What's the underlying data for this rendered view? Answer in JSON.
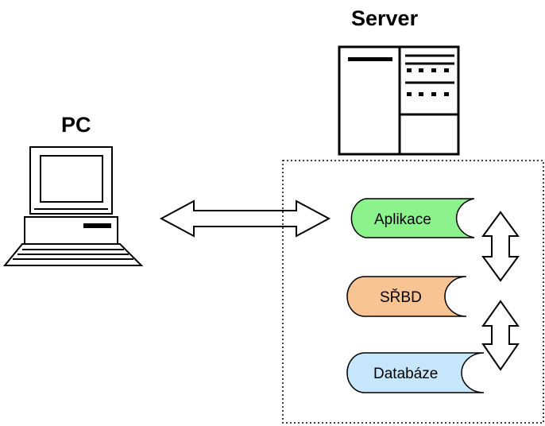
{
  "labels": {
    "server": "Server",
    "pc": "PC"
  },
  "nodes": [
    {
      "label": "Aplikace",
      "color": "#8cf28c"
    },
    {
      "label": "SŘBD",
      "color": "#f8c493"
    },
    {
      "label": "Databáze",
      "color": "#c6e6fb"
    }
  ],
  "icons": {
    "server": "server-icon",
    "pc": "pc-icon"
  }
}
